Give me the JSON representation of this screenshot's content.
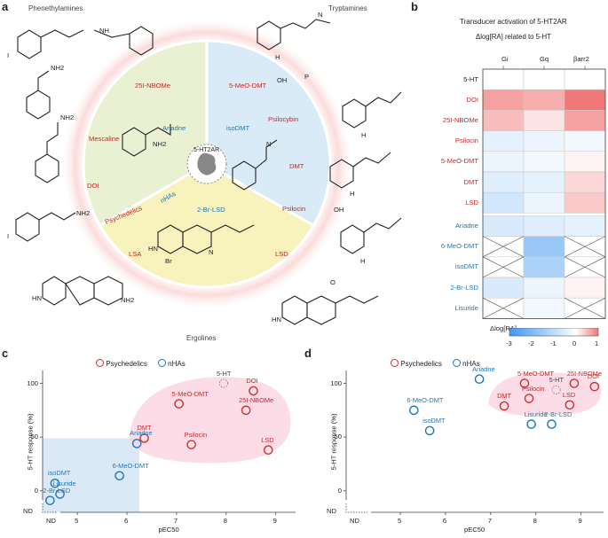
{
  "panels": {
    "a": "a",
    "b": "b",
    "c": "c",
    "d": "d"
  },
  "panel_a": {
    "classes": {
      "phenethylamines": "Phenethylamines",
      "tryptamines": "Tryptamines",
      "ergolines": "Ergolines"
    },
    "wedge_green": {
      "psychedelics": [
        "25I-NBOMe",
        "Mescaline",
        "DOI"
      ],
      "nhas": [
        "Ariadne"
      ],
      "arc_psychedelics": "Psychedelics",
      "arc_nhas": "nHAs"
    },
    "wedge_blue": {
      "psychedelics": [
        "5-MeO-DMT",
        "Psilocybin",
        "DMT",
        "Psilocin"
      ],
      "nhas": [
        "isoDMT"
      ]
    },
    "wedge_yellow": {
      "psychedelics": [
        "LSA",
        "LSD"
      ],
      "nhas": [
        "2-Br-LSD"
      ]
    },
    "center": "5-HT2AR",
    "structure_text": {
      "nh2": "NH2",
      "nh": "NH",
      "n": "N",
      "h": "H",
      "o": "O",
      "oh": "OH",
      "p": "P",
      "i": "I",
      "br": "Br",
      "hn": "HN"
    }
  },
  "panel_b": {
    "title": "Transducer activation of 5-HT2AR",
    "subtitle": "Δlog[RA] related to 5-HT",
    "columns": [
      "Gi",
      "Gq",
      "βarr2"
    ],
    "rows": [
      {
        "name": "5-HT",
        "group": "ref",
        "values": [
          0,
          0,
          0
        ]
      },
      {
        "name": "DOI",
        "group": "psy",
        "values": [
          0.7,
          0.6,
          1.0
        ]
      },
      {
        "name": "25I-NBOMe",
        "group": "psy",
        "values": [
          0.5,
          0.2,
          0.7
        ]
      },
      {
        "name": "Psilocin",
        "group": "psy",
        "values": [
          -0.4,
          -0.3,
          -0.2
        ]
      },
      {
        "name": "5-MeO-DMT",
        "group": "psy",
        "values": [
          -0.3,
          -0.2,
          0.1
        ]
      },
      {
        "name": "DMT",
        "group": "psy",
        "values": [
          -0.5,
          -0.4,
          0.3
        ]
      },
      {
        "name": "LSD",
        "group": "psy",
        "values": [
          -0.7,
          -0.3,
          0.4
        ]
      },
      {
        "name": "Ariadne",
        "group": "nha",
        "values": [
          -0.6,
          -0.5,
          -0.4
        ]
      },
      {
        "name": "6-MeO-DMT",
        "group": "nha",
        "values": [
          null,
          -1.6,
          null
        ]
      },
      {
        "name": "isoDMT",
        "group": "nha",
        "values": [
          null,
          -1.3,
          null
        ]
      },
      {
        "name": "2-Br-LSD",
        "group": "nha",
        "values": [
          -0.6,
          -0.3,
          0.1
        ]
      },
      {
        "name": "Lisuride",
        "group": "nha",
        "values": [
          null,
          -0.2,
          null
        ]
      }
    ],
    "colorbar": {
      "label": "Δlog[RA]",
      "ticks": [
        "-3",
        "-2",
        "-1",
        "0",
        "1"
      ]
    }
  },
  "legend": {
    "psychedelics": "Psychedelics",
    "nhas": "nHAs"
  },
  "chart_data": [
    {
      "type": "scatter",
      "panel": "c",
      "xlabel": "pEC50",
      "ylabel": "5-HT response (%)",
      "xticks": [
        "5",
        "6",
        "7",
        "8",
        "9"
      ],
      "yticks": [
        "0",
        "50",
        "100"
      ],
      "nd_label": "ND",
      "xlim": [
        4.3,
        9.4
      ],
      "ylim": [
        -20,
        112
      ],
      "series": [
        {
          "name": "Psychedelics",
          "points": [
            {
              "label": "DOI",
              "x": 8.55,
              "y": 93
            },
            {
              "label": "5-MeO-DMT",
              "x": 7.05,
              "y": 81
            },
            {
              "label": "25I-NBOMe",
              "x": 8.4,
              "y": 75
            },
            {
              "label": "DMT",
              "x": 6.35,
              "y": 49
            },
            {
              "label": "Psilocin",
              "x": 7.3,
              "y": 43
            },
            {
              "label": "LSD",
              "x": 8.85,
              "y": 38
            }
          ]
        },
        {
          "name": "nHAs",
          "points": [
            {
              "label": "Ariadne",
              "x": 6.2,
              "y": 44
            },
            {
              "label": "6-MeO-DMT",
              "x": 5.85,
              "y": 14
            },
            {
              "label": "isoDMT",
              "x": 4.55,
              "y": 7
            },
            {
              "label": "Lisuride",
              "x": 4.65,
              "y": -3
            },
            {
              "label": "2-Br-LSD",
              "x": 4.45,
              "y": -9
            }
          ]
        },
        {
          "name": "5-HT",
          "points": [
            {
              "label": "5-HT",
              "x": 7.95,
              "y": 100
            }
          ]
        }
      ]
    },
    {
      "type": "scatter",
      "panel": "d",
      "xlabel": "pEC50",
      "ylabel": "5-HT response (%)",
      "xticks": [
        "5",
        "6",
        "7",
        "8",
        "9"
      ],
      "yticks": [
        "0",
        "50",
        "100"
      ],
      "nd_label": "ND",
      "xlim": [
        3.8,
        9.5
      ],
      "ylim": [
        -20,
        112
      ],
      "series": [
        {
          "name": "Psychedelics",
          "points": [
            {
              "label": "5-MeO-DMT",
              "x": 7.75,
              "y": 100
            },
            {
              "label": "25I-NBOMe",
              "x": 8.85,
              "y": 100
            },
            {
              "label": "DOI",
              "x": 9.3,
              "y": 97
            },
            {
              "label": "DMT",
              "x": 7.3,
              "y": 79
            },
            {
              "label": "Psilocin",
              "x": 7.85,
              "y": 86
            },
            {
              "label": "LSD",
              "x": 8.75,
              "y": 80
            }
          ]
        },
        {
          "name": "nHAs",
          "points": [
            {
              "label": "Ariadne",
              "x": 6.75,
              "y": 104
            },
            {
              "label": "6-MeO-DMT",
              "x": 5.3,
              "y": 75
            },
            {
              "label": "isoDMT",
              "x": 5.65,
              "y": 56
            },
            {
              "label": "Lisuride",
              "x": 7.9,
              "y": 62
            },
            {
              "label": "2-Br-LSD",
              "x": 8.35,
              "y": 62
            }
          ]
        },
        {
          "name": "5-HT",
          "points": [
            {
              "label": "5-HT",
              "x": 8.45,
              "y": 94
            }
          ]
        }
      ]
    }
  ]
}
